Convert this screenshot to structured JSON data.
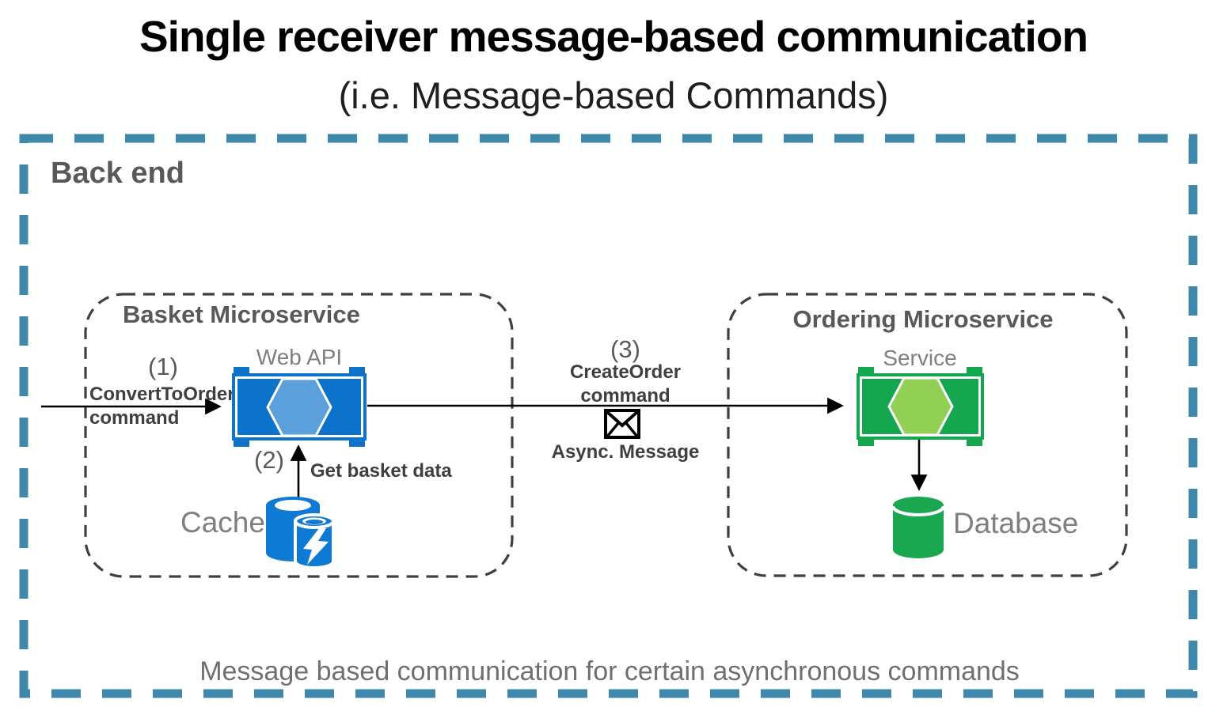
{
  "title": "Single receiver message-based communication",
  "subtitle": "(i.e. Message-based Commands)",
  "backend": {
    "label": "Back end",
    "caption": "Message based communication for certain asynchronous commands"
  },
  "basket": {
    "title": "Basket Microservice",
    "component": "Web API",
    "cache": "Cache",
    "step1_number": "(1)",
    "step1_label_line1": "ConvertToOrder",
    "step1_label_line2": "command",
    "step2_number": "(2)",
    "step2_label": "Get basket data"
  },
  "message": {
    "step3_number": "(3)",
    "step3_label_line1": "CreateOrder",
    "step3_label_line2": "command",
    "async_label": "Async. Message"
  },
  "ordering": {
    "title": "Ordering Microservice",
    "component": "Service",
    "database": "Database"
  },
  "colors": {
    "backend_border": "#3e87ad",
    "box_border": "#3f3f3f",
    "component_blue": "#0d72c9",
    "hexagon_blue": "#5b9fdb",
    "cache_blue": "#0e7ad4",
    "component_green": "#14a750",
    "hexagon_green": "#92cf55",
    "database_green": "#1ba750",
    "heading_gray": "#595959",
    "label_dark": "#3f3f3f",
    "muted_gray": "#7f7f7f",
    "caption_gray": "#6f6f6f",
    "arrow_black": "#000000"
  },
  "icons": {
    "web_api": "hexagon-component-icon",
    "service": "hexagon-component-icon",
    "cache": "redis-cache-cylinders-icon",
    "database": "database-cylinder-icon",
    "async_message": "envelope-icon"
  }
}
